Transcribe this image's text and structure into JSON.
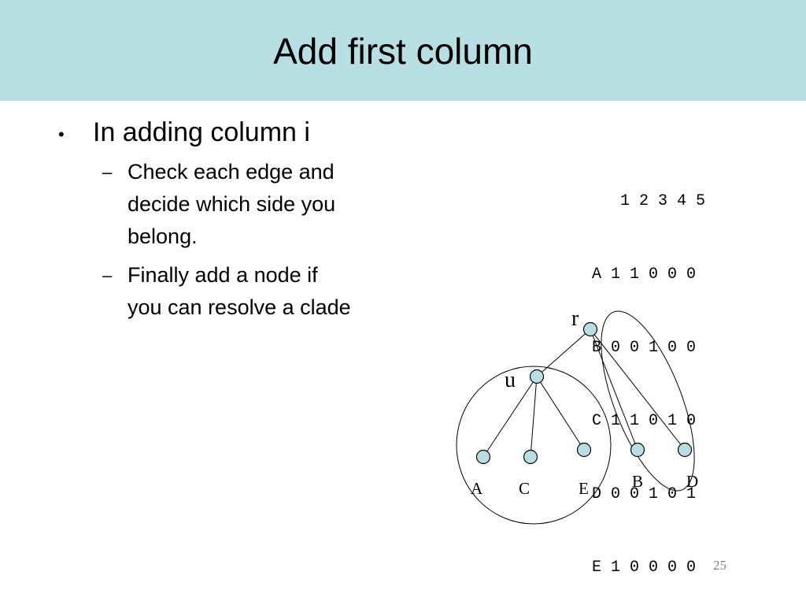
{
  "slide": {
    "title": "Add first column",
    "page_number": "25"
  },
  "bullets": {
    "main": "In adding column i",
    "sub": [
      {
        "lines": [
          "Check each edge and",
          "decide which side you",
          "belong."
        ]
      },
      {
        "lines": [
          "Finally add a node if",
          "you can resolve a clade"
        ]
      }
    ]
  },
  "matrix": {
    "header": " 1 2 3 4 5",
    "rows": [
      "A 1 1 0 0 0",
      "B 0 0 1 0 0",
      "C 1 1 0 1 0",
      "D 0 0 1 0 1",
      "E 1 0 0 0 0"
    ]
  },
  "tree": {
    "node_labels": {
      "r": "r",
      "u": "u",
      "A": "A",
      "C": "C",
      "E": "E",
      "B": "B",
      "D": "D"
    },
    "edges": [
      [
        "r",
        "u"
      ],
      [
        "r",
        "B"
      ],
      [
        "r",
        "D"
      ],
      [
        "u",
        "A"
      ],
      [
        "u",
        "C"
      ],
      [
        "u",
        "E"
      ]
    ],
    "node_fill": "#b7dee3"
  },
  "colors": {
    "title_bar": "#b7dee3",
    "page_number": "#7f7f7f"
  }
}
